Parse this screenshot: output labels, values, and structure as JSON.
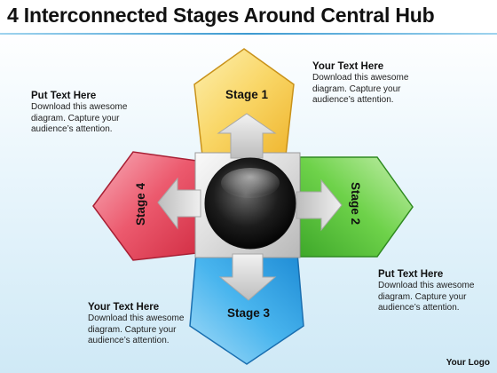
{
  "title": "4 Interconnected Stages Around Central Hub",
  "stages": [
    {
      "label": "Stage 1",
      "color": "#f7c94a"
    },
    {
      "label": "Stage 2",
      "color": "#5bc43a"
    },
    {
      "label": "Stage 3",
      "color": "#3aa8e8"
    },
    {
      "label": "Stage 4",
      "color": "#e8485c"
    }
  ],
  "notes": {
    "top_left": {
      "heading": "Put Text Here",
      "body": "Download this awesome diagram.  Capture your audience’s attention."
    },
    "top_right": {
      "heading": "Your Text Here",
      "body": "Download this awesome diagram.  Capture your audience’s attention."
    },
    "bottom_right": {
      "heading": "Put Text Here",
      "body": "Download this awesome diagram.  Capture your audience’s attention."
    },
    "bottom_left": {
      "heading": "Your Text Here",
      "body": "Download this awesome diagram.  Capture your audience’s attention."
    }
  },
  "logo": "Your Logo"
}
